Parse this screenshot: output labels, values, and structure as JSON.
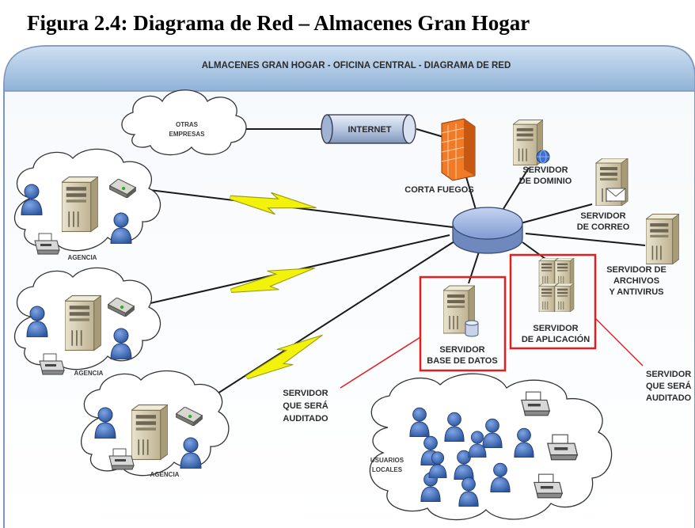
{
  "figure_title": "Figura 2.4: Diagrama de Red – Almacenes Gran Hogar",
  "diagram": {
    "banner": "ALMACENES GRAN HOGAR - OFICINA CENTRAL - DIAGRAMA DE RED",
    "cloud_otras": [
      "OTRAS",
      "EMPRESAS"
    ],
    "internet": "INTERNET",
    "firewall": "CORTA FUEGOS",
    "srv_dominio": [
      "SERVIDOR",
      "DE DOMINIO"
    ],
    "srv_correo": [
      "SERVIDOR",
      "DE CORREO"
    ],
    "srv_archivos": [
      "SERVIDOR DE",
      "ARCHIVOS",
      "Y ANTIVIRUS"
    ],
    "srv_aplicacion": [
      "SERVIDOR",
      "DE APLICACIÓN"
    ],
    "srv_bd": [
      "SERVIDOR",
      "BASE DE DATOS"
    ],
    "audit_left": [
      "SERVIDOR",
      "QUE SERÁ",
      "AUDITADO"
    ],
    "audit_right": [
      "SERVIDOR",
      "QUE SERÁ",
      "AUDITADO"
    ],
    "agencia_1": "AGENCIA",
    "agencia_2": "AGENCIA",
    "agencia_3": "AGENCIA",
    "usuarios": [
      "USUARIOS",
      "LOCALES"
    ]
  },
  "colors": {
    "highlight": "#e02020",
    "hub": "#8fa8d8",
    "person": "#3f69b5",
    "bolt": "#f2f20a",
    "firewall": "#f07a25"
  }
}
